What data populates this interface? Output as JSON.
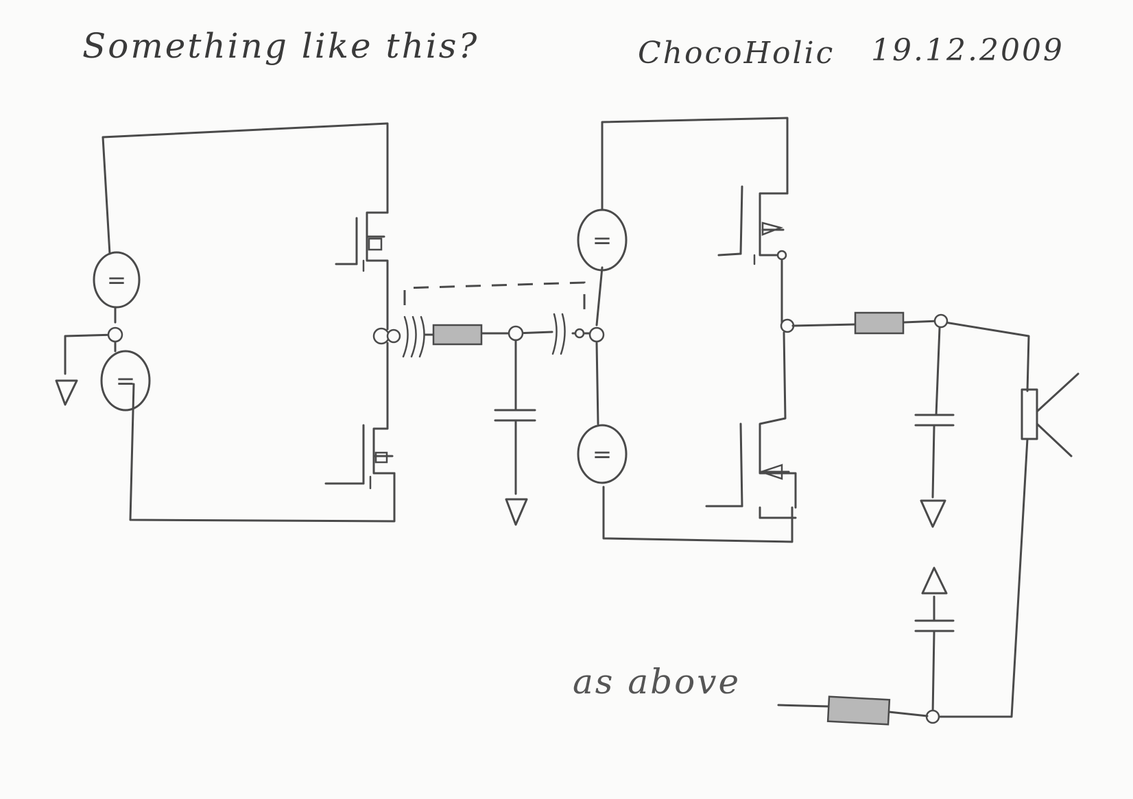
{
  "title": "Something like this?",
  "author": "ChocoHolic",
  "date": "19.12.2009",
  "annotation": "as above",
  "source_symbol": "=",
  "colors": {
    "pencil": "#4a4a4a",
    "paper": "#fbfbfa",
    "hatch": "#b8b8b8"
  }
}
